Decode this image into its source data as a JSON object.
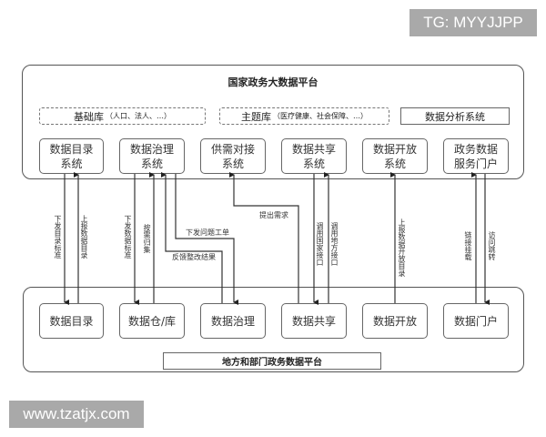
{
  "watermarks": {
    "top": "TG: MYYJJPP",
    "bottom": "www.tzatjx.com"
  },
  "national_platform": {
    "title": "国家政务大数据平台",
    "libraries": [
      {
        "name": "基础库",
        "detail": "（人口、法人、…）"
      },
      {
        "name": "主题库",
        "detail": "（医疗健康、社会保障、…）"
      }
    ],
    "analysis_system": "数据分析系统",
    "systems": [
      {
        "line1": "数据目录",
        "line2": "系统"
      },
      {
        "line1": "数据治理",
        "line2": "系统"
      },
      {
        "line1": "供需对接",
        "line2": "系统"
      },
      {
        "line1": "数据共享",
        "line2": "系统"
      },
      {
        "line1": "数据开放",
        "line2": "系统"
      },
      {
        "line1": "政务数据",
        "line2": "服务门户"
      }
    ]
  },
  "local_platform": {
    "title": "地方和部门政务数据平台",
    "modules": [
      "数据目录",
      "数据仓/库",
      "数据治理",
      "数据共享",
      "数据开放",
      "数据门户"
    ]
  },
  "connections": {
    "catalog_down": "下发目录标准",
    "catalog_up": "上报数据目录",
    "standard_down": "下发数据标准",
    "aggregate_up": "按需归集",
    "issue_ticket": "下发问题工单",
    "feedback": "反馈整改结果",
    "demand": "提出需求",
    "call_national": "调用国家接口",
    "call_local": "调用地方接口",
    "open_catalog_up": "上报数据开放目录",
    "link_mount": "链接挂载",
    "access_jump": "访问跳转"
  },
  "colors": {
    "line": "#333333",
    "border": "#666666",
    "watermark_bg": "#a9a9a9",
    "watermark_text": "#ffffff"
  }
}
